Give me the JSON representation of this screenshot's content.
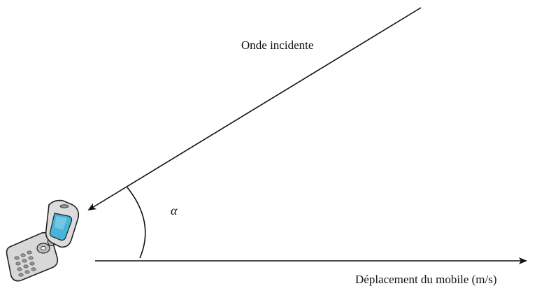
{
  "labels": {
    "incident_wave": "Onde incidente",
    "angle": "α",
    "displacement": "Déplacement du mobile (m/s)"
  },
  "icons": {
    "phone": "flip-phone-icon"
  },
  "colors": {
    "line": "#111111",
    "phone_body": "#d8d8d8",
    "phone_screen": "#49b4d8"
  }
}
